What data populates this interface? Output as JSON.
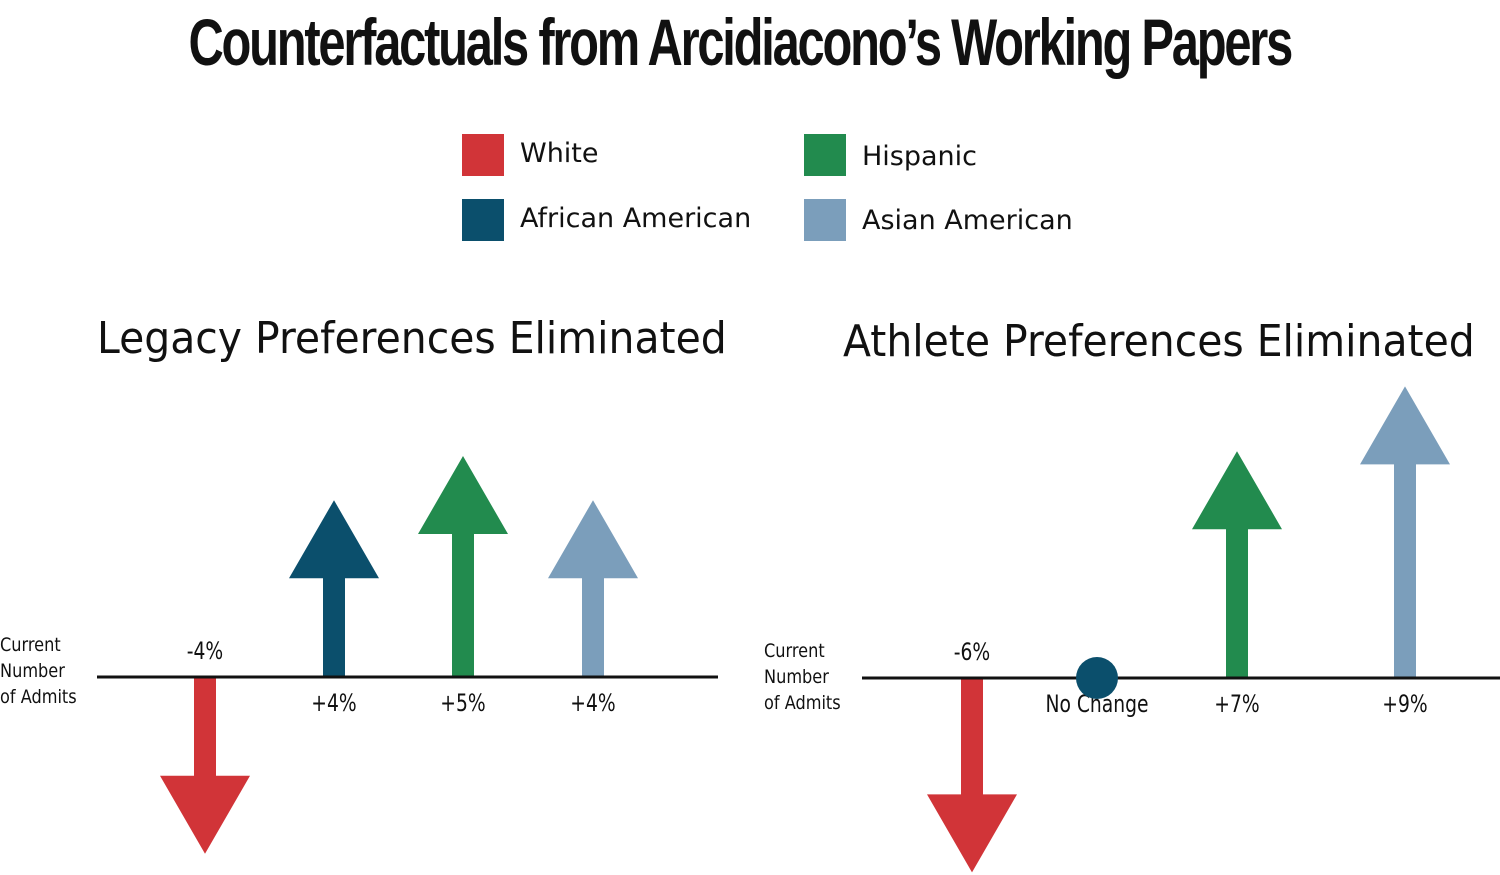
{
  "title": "Counterfactuals from Arcidiacono’s Working Papers",
  "legend": [
    {
      "label": "White",
      "color": "#d13438"
    },
    {
      "label": "African American",
      "color": "#0b4f6c"
    },
    {
      "label": "Hispanic",
      "color": "#228b4e"
    },
    {
      "label": "Asian American",
      "color": "#7b9ebb"
    }
  ],
  "baseline_label": [
    "Current",
    "Number",
    "of Admits"
  ],
  "chart_data": [
    {
      "type": "bar",
      "title": "Legacy Preferences Eliminated",
      "categories": [
        "White",
        "African American",
        "Hispanic",
        "Asian American"
      ],
      "values": [
        -4,
        4,
        5,
        4
      ],
      "value_labels": [
        "-4%",
        "+4%",
        "+5%",
        "+4%"
      ],
      "colors": [
        "#d13438",
        "#0b4f6c",
        "#228b4e",
        "#7b9ebb"
      ]
    },
    {
      "type": "bar",
      "title": "Athlete Preferences Eliminated",
      "categories": [
        "White",
        "African American",
        "Hispanic",
        "Asian American"
      ],
      "values": [
        -6,
        0,
        7,
        9
      ],
      "value_labels": [
        "-6%",
        "No Change",
        "+7%",
        "+9%"
      ],
      "colors": [
        "#d13438",
        "#0b4f6c",
        "#228b4e",
        "#7b9ebb"
      ]
    }
  ]
}
